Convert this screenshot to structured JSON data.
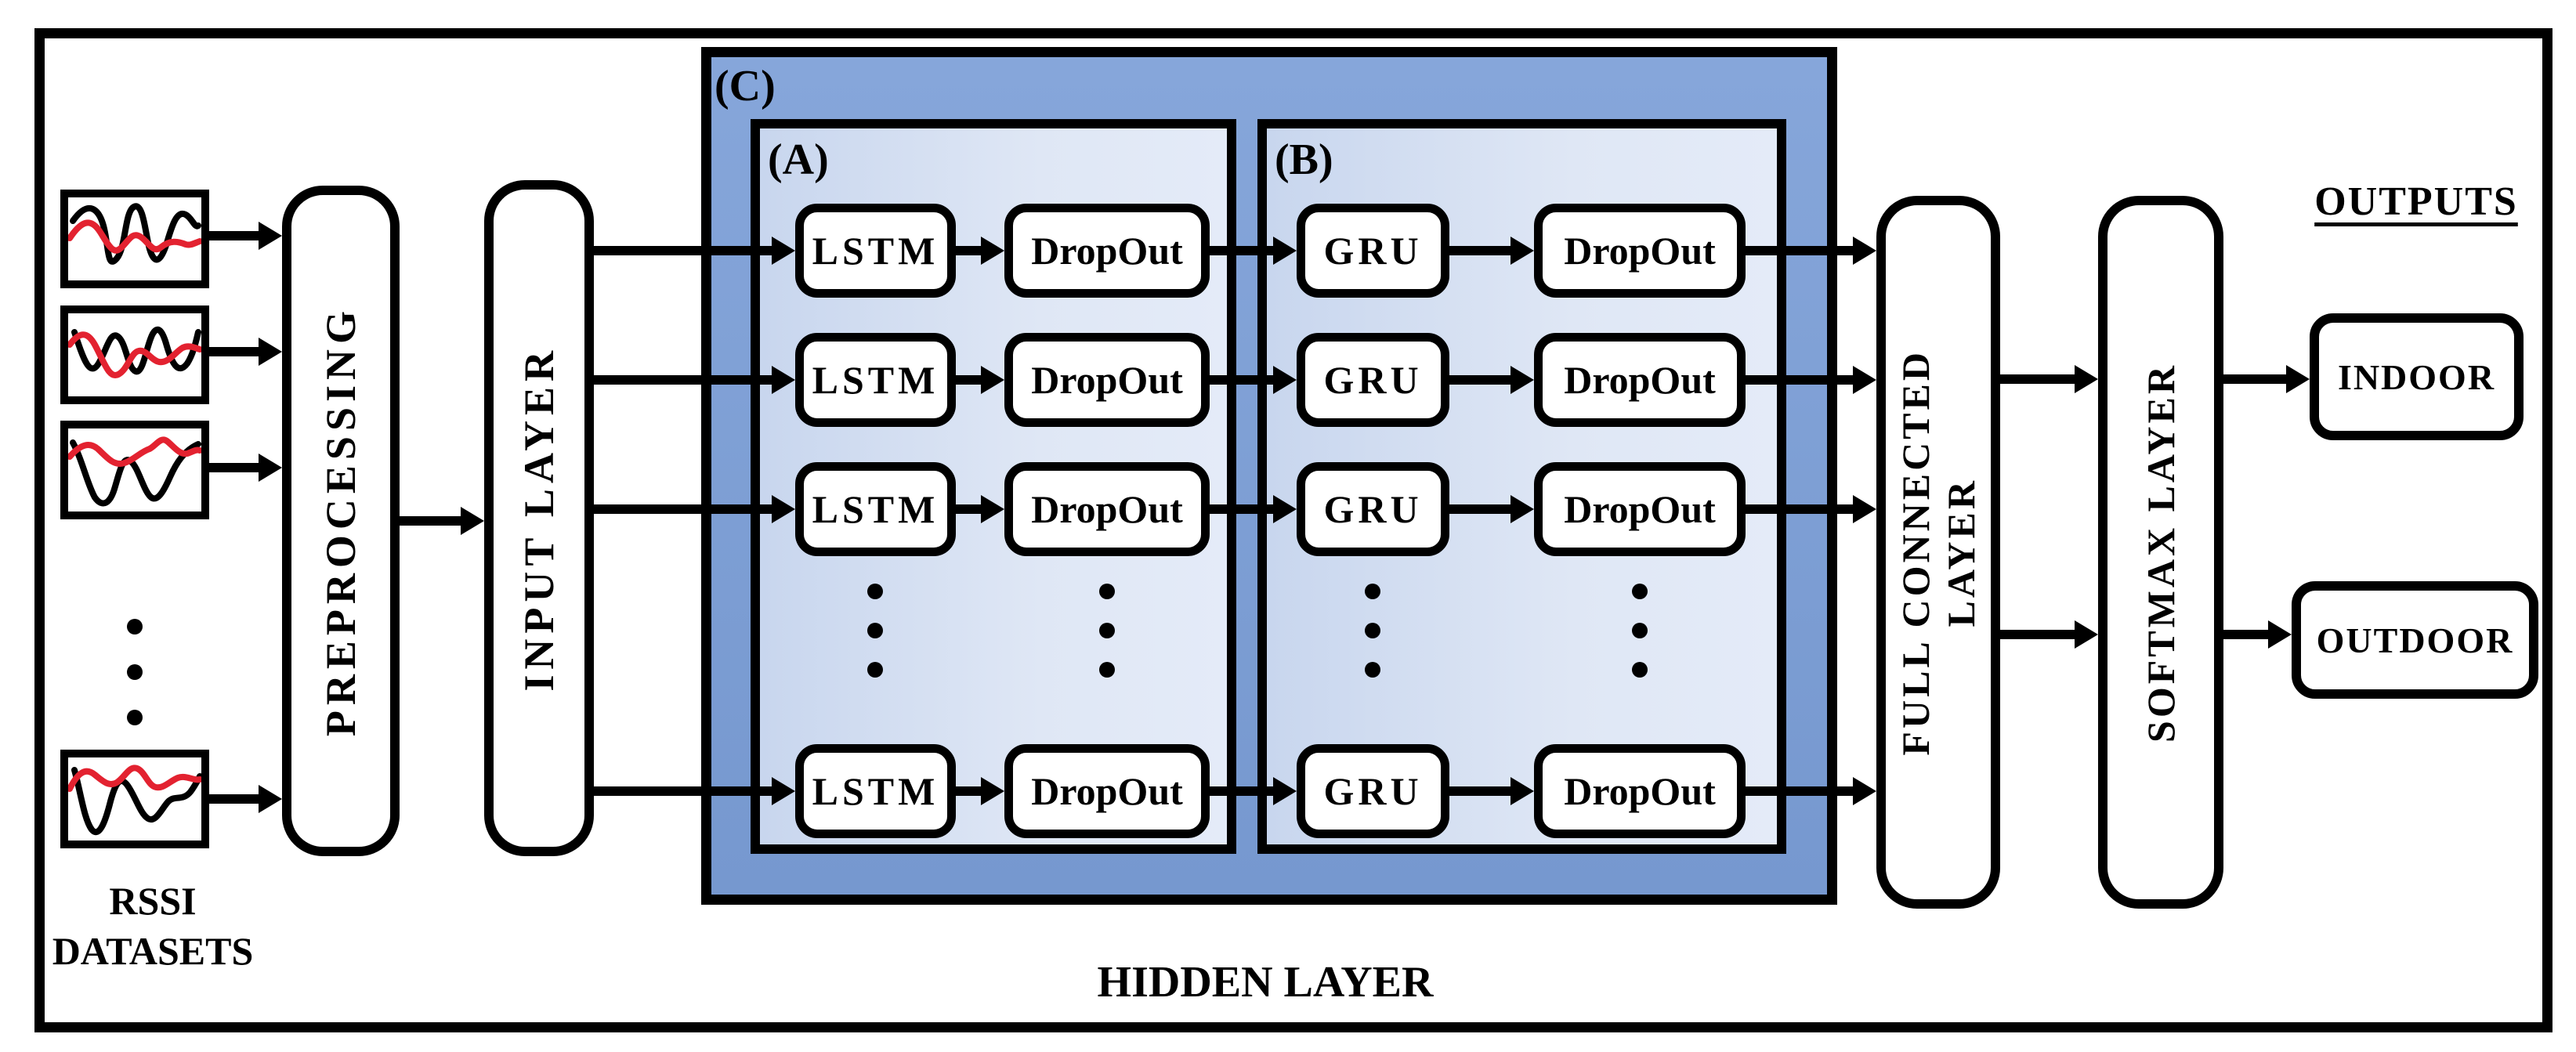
{
  "diagram": {
    "source": {
      "label_line1": "RSSI",
      "label_line2": "DATASETS"
    },
    "stages": {
      "preprocessing": "PREPROCESSING",
      "input_layer": "INPUT LAYER",
      "hidden_layer": "HIDDEN LAYER",
      "full_connected_line1": "FULL CONNECTED",
      "full_connected_line2": "LAYER",
      "softmax": "SOFTMAX LAYER"
    },
    "groups": {
      "a": "(A)",
      "b": "(B)",
      "c": "(C)"
    },
    "blocks": {
      "lstm": "LSTM",
      "gru": "GRU",
      "dropout": "DropOut"
    },
    "outputs": {
      "title": "OUTPUTS",
      "indoor": "INDOOR",
      "outdoor": "OUTDOOR"
    },
    "colors": {
      "hidden_outer_fill": "#7fa1d7",
      "hidden_inner_fill": "#dbe4f4",
      "stroke": "#000000",
      "signal_red": "#e32230"
    }
  }
}
